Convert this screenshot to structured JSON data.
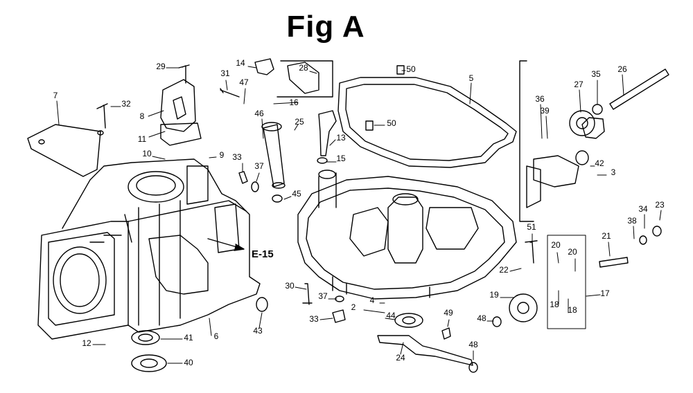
{
  "title": "Fig A",
  "reference_label": "E-15",
  "callouts": [
    "2",
    "3",
    "4",
    "5",
    "6",
    "7",
    "8",
    "9",
    "10",
    "11",
    "12",
    "13",
    "14",
    "15",
    "16",
    "17",
    "18",
    "18",
    "19",
    "20",
    "20",
    "21",
    "22",
    "23",
    "24",
    "25",
    "26",
    "27",
    "28",
    "29",
    "30",
    "31",
    "32",
    "33",
    "33",
    "34",
    "35",
    "36",
    "37",
    "37",
    "38",
    "39",
    "40",
    "41",
    "42",
    "43",
    "44",
    "45",
    "46",
    "47",
    "48",
    "48",
    "49",
    "50",
    "50",
    "51"
  ],
  "colors": {
    "ink": "#000000",
    "paper": "#ffffff"
  }
}
